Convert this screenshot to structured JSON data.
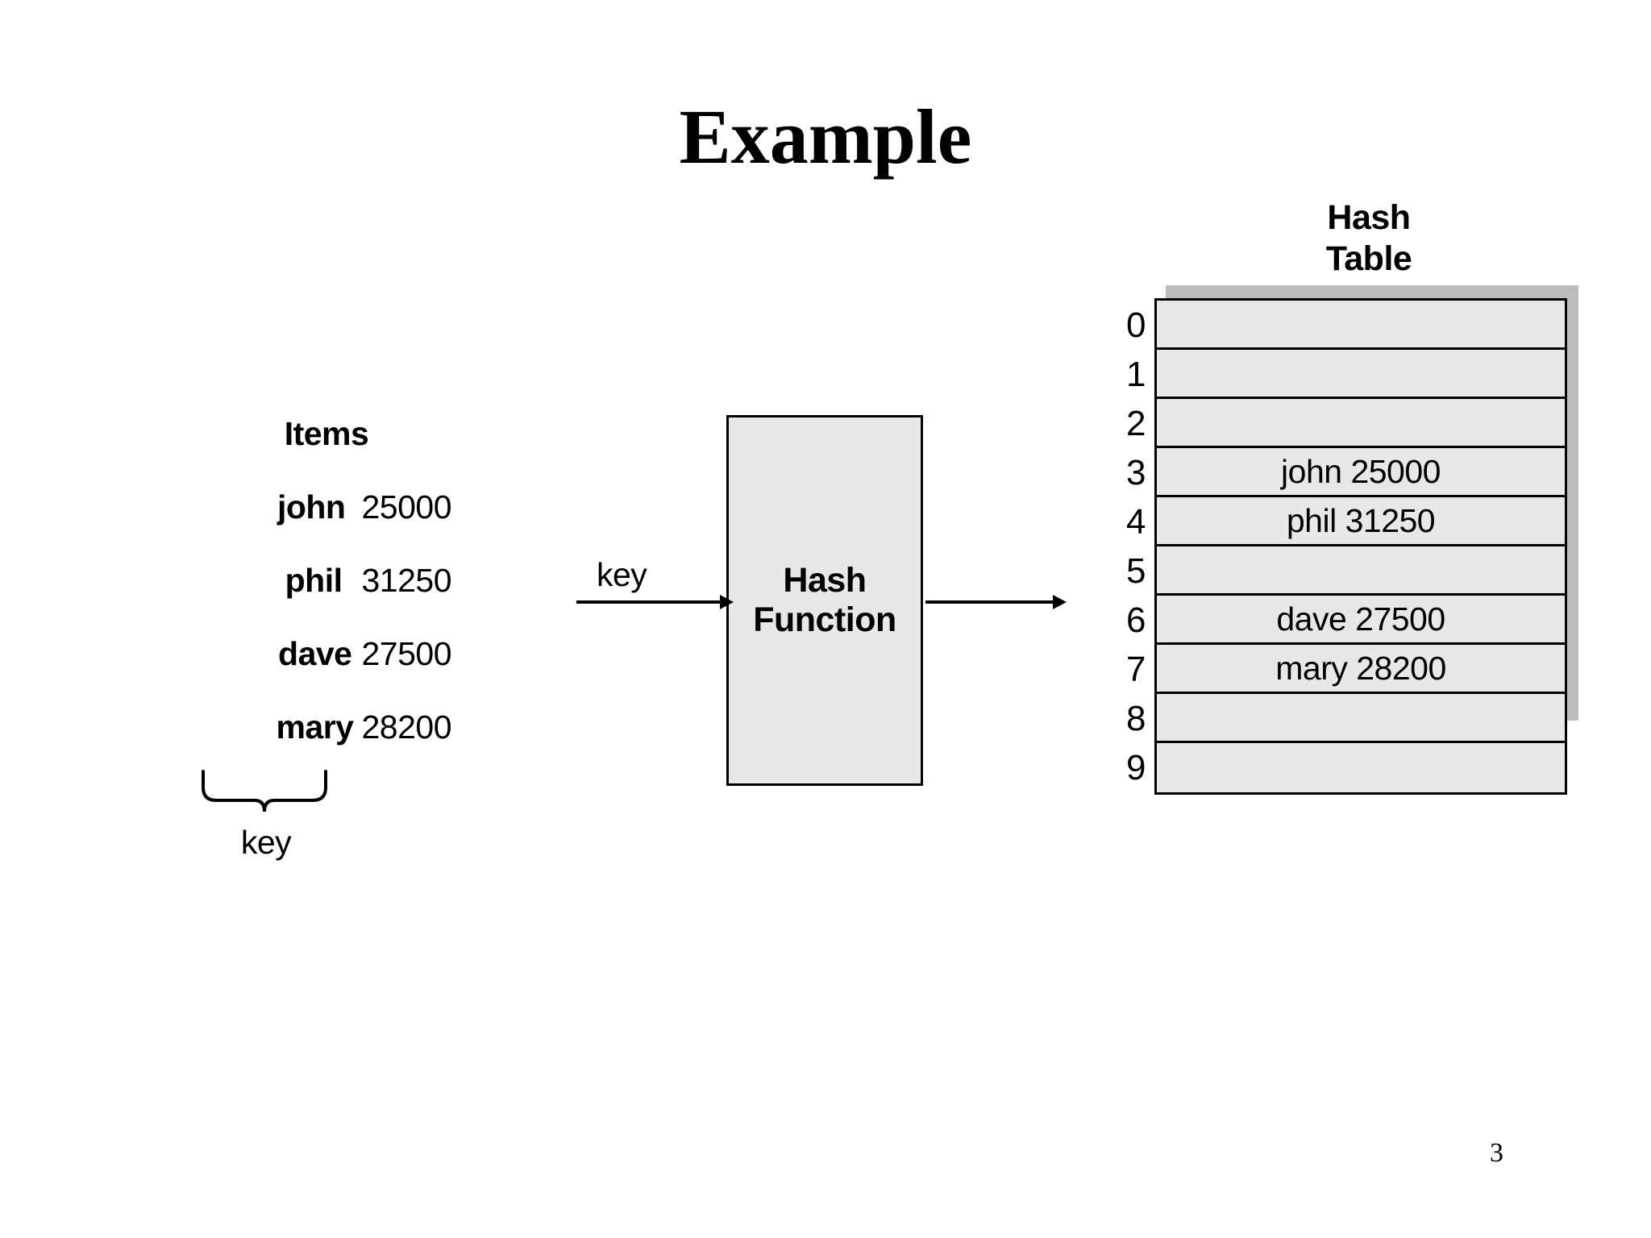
{
  "slide": {
    "title": "Example",
    "page_number": "3"
  },
  "items_panel": {
    "heading": "Items",
    "rows": [
      {
        "name": "john",
        "value": "25000"
      },
      {
        "name": "phil",
        "value": "31250"
      },
      {
        "name": "dave",
        "value": "27500"
      },
      {
        "name": "mary",
        "value": "28200"
      }
    ],
    "brace_label": "key"
  },
  "hash_function": {
    "label": "Hash\nFunction",
    "label_line1": "Hash",
    "label_line2": "Function",
    "input_arrow_label": "key"
  },
  "hash_table": {
    "heading_line1": "Hash",
    "heading_line2": "Table",
    "rows": [
      {
        "index": "0",
        "value": ""
      },
      {
        "index": "1",
        "value": ""
      },
      {
        "index": "2",
        "value": ""
      },
      {
        "index": "3",
        "value": "john 25000"
      },
      {
        "index": "4",
        "value": "phil 31250"
      },
      {
        "index": "5",
        "value": ""
      },
      {
        "index": "6",
        "value": "dave 27500"
      },
      {
        "index": "7",
        "value": "mary 28200"
      },
      {
        "index": "8",
        "value": ""
      },
      {
        "index": "9",
        "value": ""
      }
    ]
  },
  "colors": {
    "cell_fill": "#e8e8e8",
    "border": "#000000",
    "shadow": "#bdbdbd",
    "background": "#ffffff",
    "text": "#000000"
  },
  "icons": {
    "input_arrow": "arrow-right-icon",
    "output_arrow": "arrow-right-icon",
    "brace": "curly-brace-down-icon"
  }
}
